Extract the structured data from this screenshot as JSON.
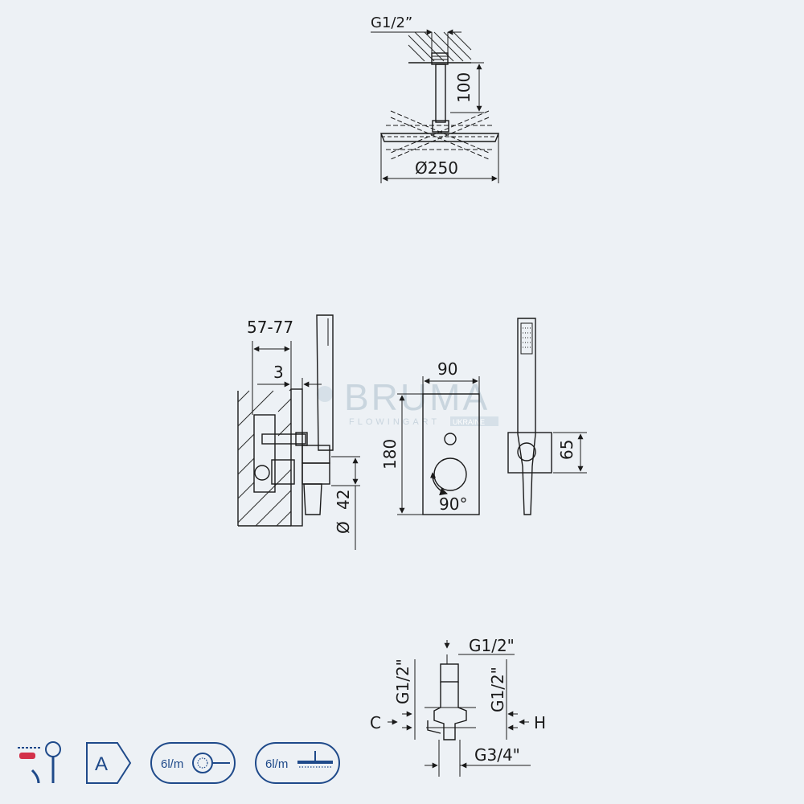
{
  "top_view": {
    "thread_label": "G1/2”",
    "arm_length_label": "100",
    "head_diameter_label": "Ø250"
  },
  "side_view": {
    "depth_range_label": "57-77",
    "offset_label": "3",
    "outlet_diameter_label": "Ø 42",
    "outlet_diameter_symbol": "Ø",
    "outlet_diameter_value": "42"
  },
  "front_view": {
    "width_label": "90",
    "height_label": "180",
    "rotation_label": "90°"
  },
  "holder_view": {
    "height_label": "65"
  },
  "valve_view": {
    "top_thread_label": "G1/2\"",
    "left_thread_label": "G1/2\"",
    "right_thread_label": "G1/2\"",
    "cold_label": "C",
    "hot_label": "H",
    "inlet_thread_label": "G3/4\""
  },
  "watermark": {
    "brand": "BRUMA",
    "tagline": "FLOWINGART",
    "region": "UKRAINE"
  },
  "badges": {
    "energy_class": "A",
    "flow_hand_label": "6l/m",
    "flow_head_label": "6l/m"
  },
  "colors": {
    "background": "#edf1f5",
    "line": "#1a1a1a",
    "badge_border": "#1f4a8a",
    "accent_red": "#d3314a"
  }
}
